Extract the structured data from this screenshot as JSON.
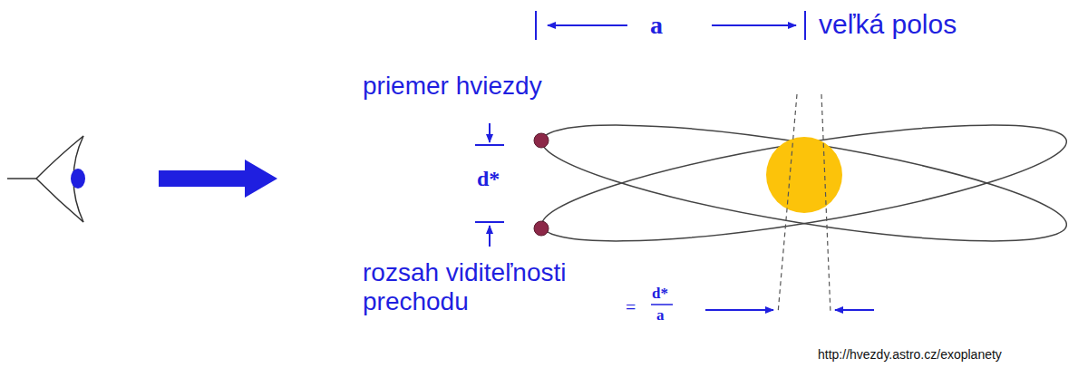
{
  "diagram": {
    "labels": [
      "a",
      "veľká polos",
      "priemer hviezdy",
      "d*",
      "rozsah viditeľnosti prechodu",
      "=",
      "d*",
      "a",
      "http://hvezdy.astro.cz/exoplanety"
    ]
  }
}
